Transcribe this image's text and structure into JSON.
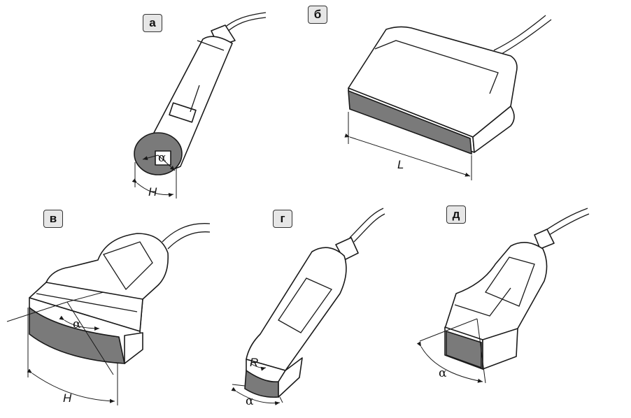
{
  "panels": {
    "a": {
      "label": "а",
      "dim_label": "H",
      "angle_label": "α"
    },
    "b": {
      "label": "б",
      "dim_label": "L"
    },
    "v": {
      "label": "в",
      "dim_label": "H",
      "angle_label": "α"
    },
    "g": {
      "label": "г",
      "radius_label": "R",
      "angle_label": "α"
    },
    "d": {
      "label": "д",
      "angle_label": "α"
    }
  },
  "colors": {
    "face": "#7a7a7a",
    "outline": "#1a1a1a",
    "label_bg": "#e6e6e6"
  }
}
